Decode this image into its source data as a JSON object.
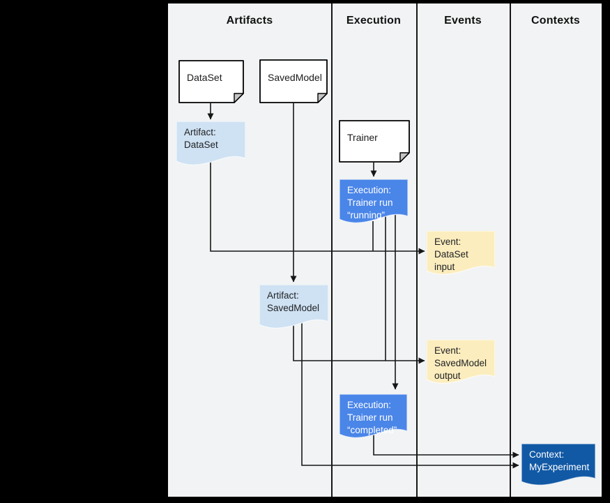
{
  "colors": {
    "frame": "#000000",
    "canvas": "#f1f3f4",
    "line": "#161616",
    "artifact": "#cfe2f3",
    "execution": "#4a85e8",
    "event": "#fcedbe",
    "context": "#1159a5",
    "sheet": "#ffffff"
  },
  "columns": [
    {
      "label": "Artifacts"
    },
    {
      "label": "Execution"
    },
    {
      "label": "Events"
    },
    {
      "label": "Contexts"
    }
  ],
  "nodes": {
    "dataset": {
      "label": "DataSet"
    },
    "savedmodel": {
      "label": "SavedModel"
    },
    "trainer": {
      "label": "Trainer"
    },
    "artifact_dataset": {
      "label": "Artifact:\nDataSet"
    },
    "execution_running": {
      "label": "Execution:\nTrainer run\n“running”"
    },
    "event_dataset_input": {
      "label": "Event:\nDataSet input"
    },
    "artifact_savedmodel": {
      "label": "Artifact:\nSavedModel"
    },
    "event_savedmodel_output": {
      "label": "Event:\nSavedModel\noutput"
    },
    "execution_completed": {
      "label": "Execution:\nTrainer run\n“completed”"
    },
    "context_myexperiment": {
      "label": "Context:\nMyExperiment"
    }
  }
}
